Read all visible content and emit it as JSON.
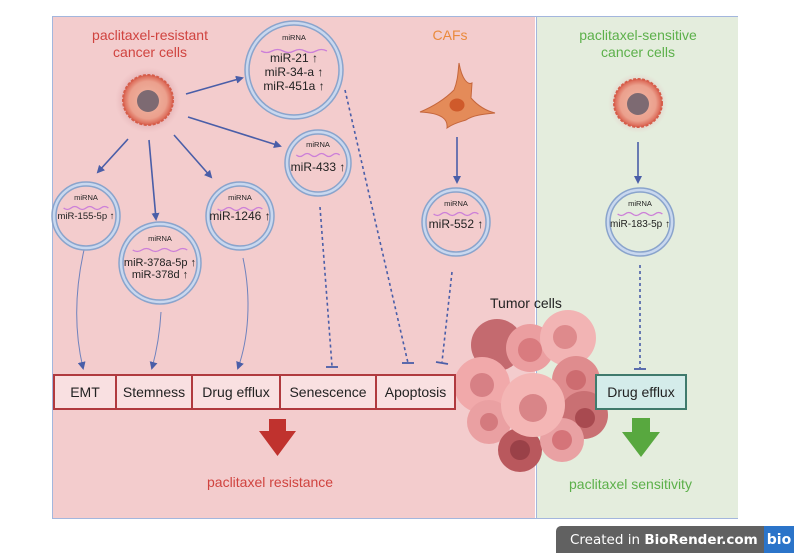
{
  "panels": {
    "resistant_title_line1": "paclitaxel-resistant",
    "resistant_title_line2": "cancer cells",
    "cafs_title": "CAFs",
    "sensitive_title_line1": "paclitaxel-sensitive",
    "sensitive_title_line2": "cancer cells",
    "tumor_label": "Tumor cells"
  },
  "mirna_label": "miRNA",
  "vesicles": [
    {
      "id": "v1",
      "lines": [
        "miR-21 ↑",
        "miR-34-a ↑",
        "miR-451a ↑"
      ]
    },
    {
      "id": "v2",
      "lines": [
        "miR-433 ↑"
      ]
    },
    {
      "id": "v3",
      "lines": [
        "miR-155-5p ↑"
      ]
    },
    {
      "id": "v4",
      "lines": [
        "miR-378a-5p ↑",
        "miR-378d  ↑"
      ]
    },
    {
      "id": "v5",
      "lines": [
        "miR-1246 ↑"
      ]
    },
    {
      "id": "v6",
      "lines": [
        "miR-552 ↑"
      ]
    },
    {
      "id": "v7",
      "lines": [
        "miR-183-5p ↑"
      ]
    }
  ],
  "outcome_boxes": [
    "EMT",
    "Stemness",
    "Drug efflux",
    "Senescence",
    "Apoptosis"
  ],
  "sensitive_box": "Drug efflux",
  "outcomes": {
    "resistance": "paclitaxel resistance",
    "sensitivity": "paclitaxel sensitivity"
  },
  "colors": {
    "resistant_bg": "#f3cccd",
    "sensitive_bg": "#e4eddd",
    "arrow_blue": "#4a5ea8",
    "resistance_red": "#c0322e",
    "sensitivity_green": "#58a83f"
  },
  "watermark": {
    "prefix": "Created in ",
    "brand": "BioRender.com",
    "logo": "bio"
  }
}
